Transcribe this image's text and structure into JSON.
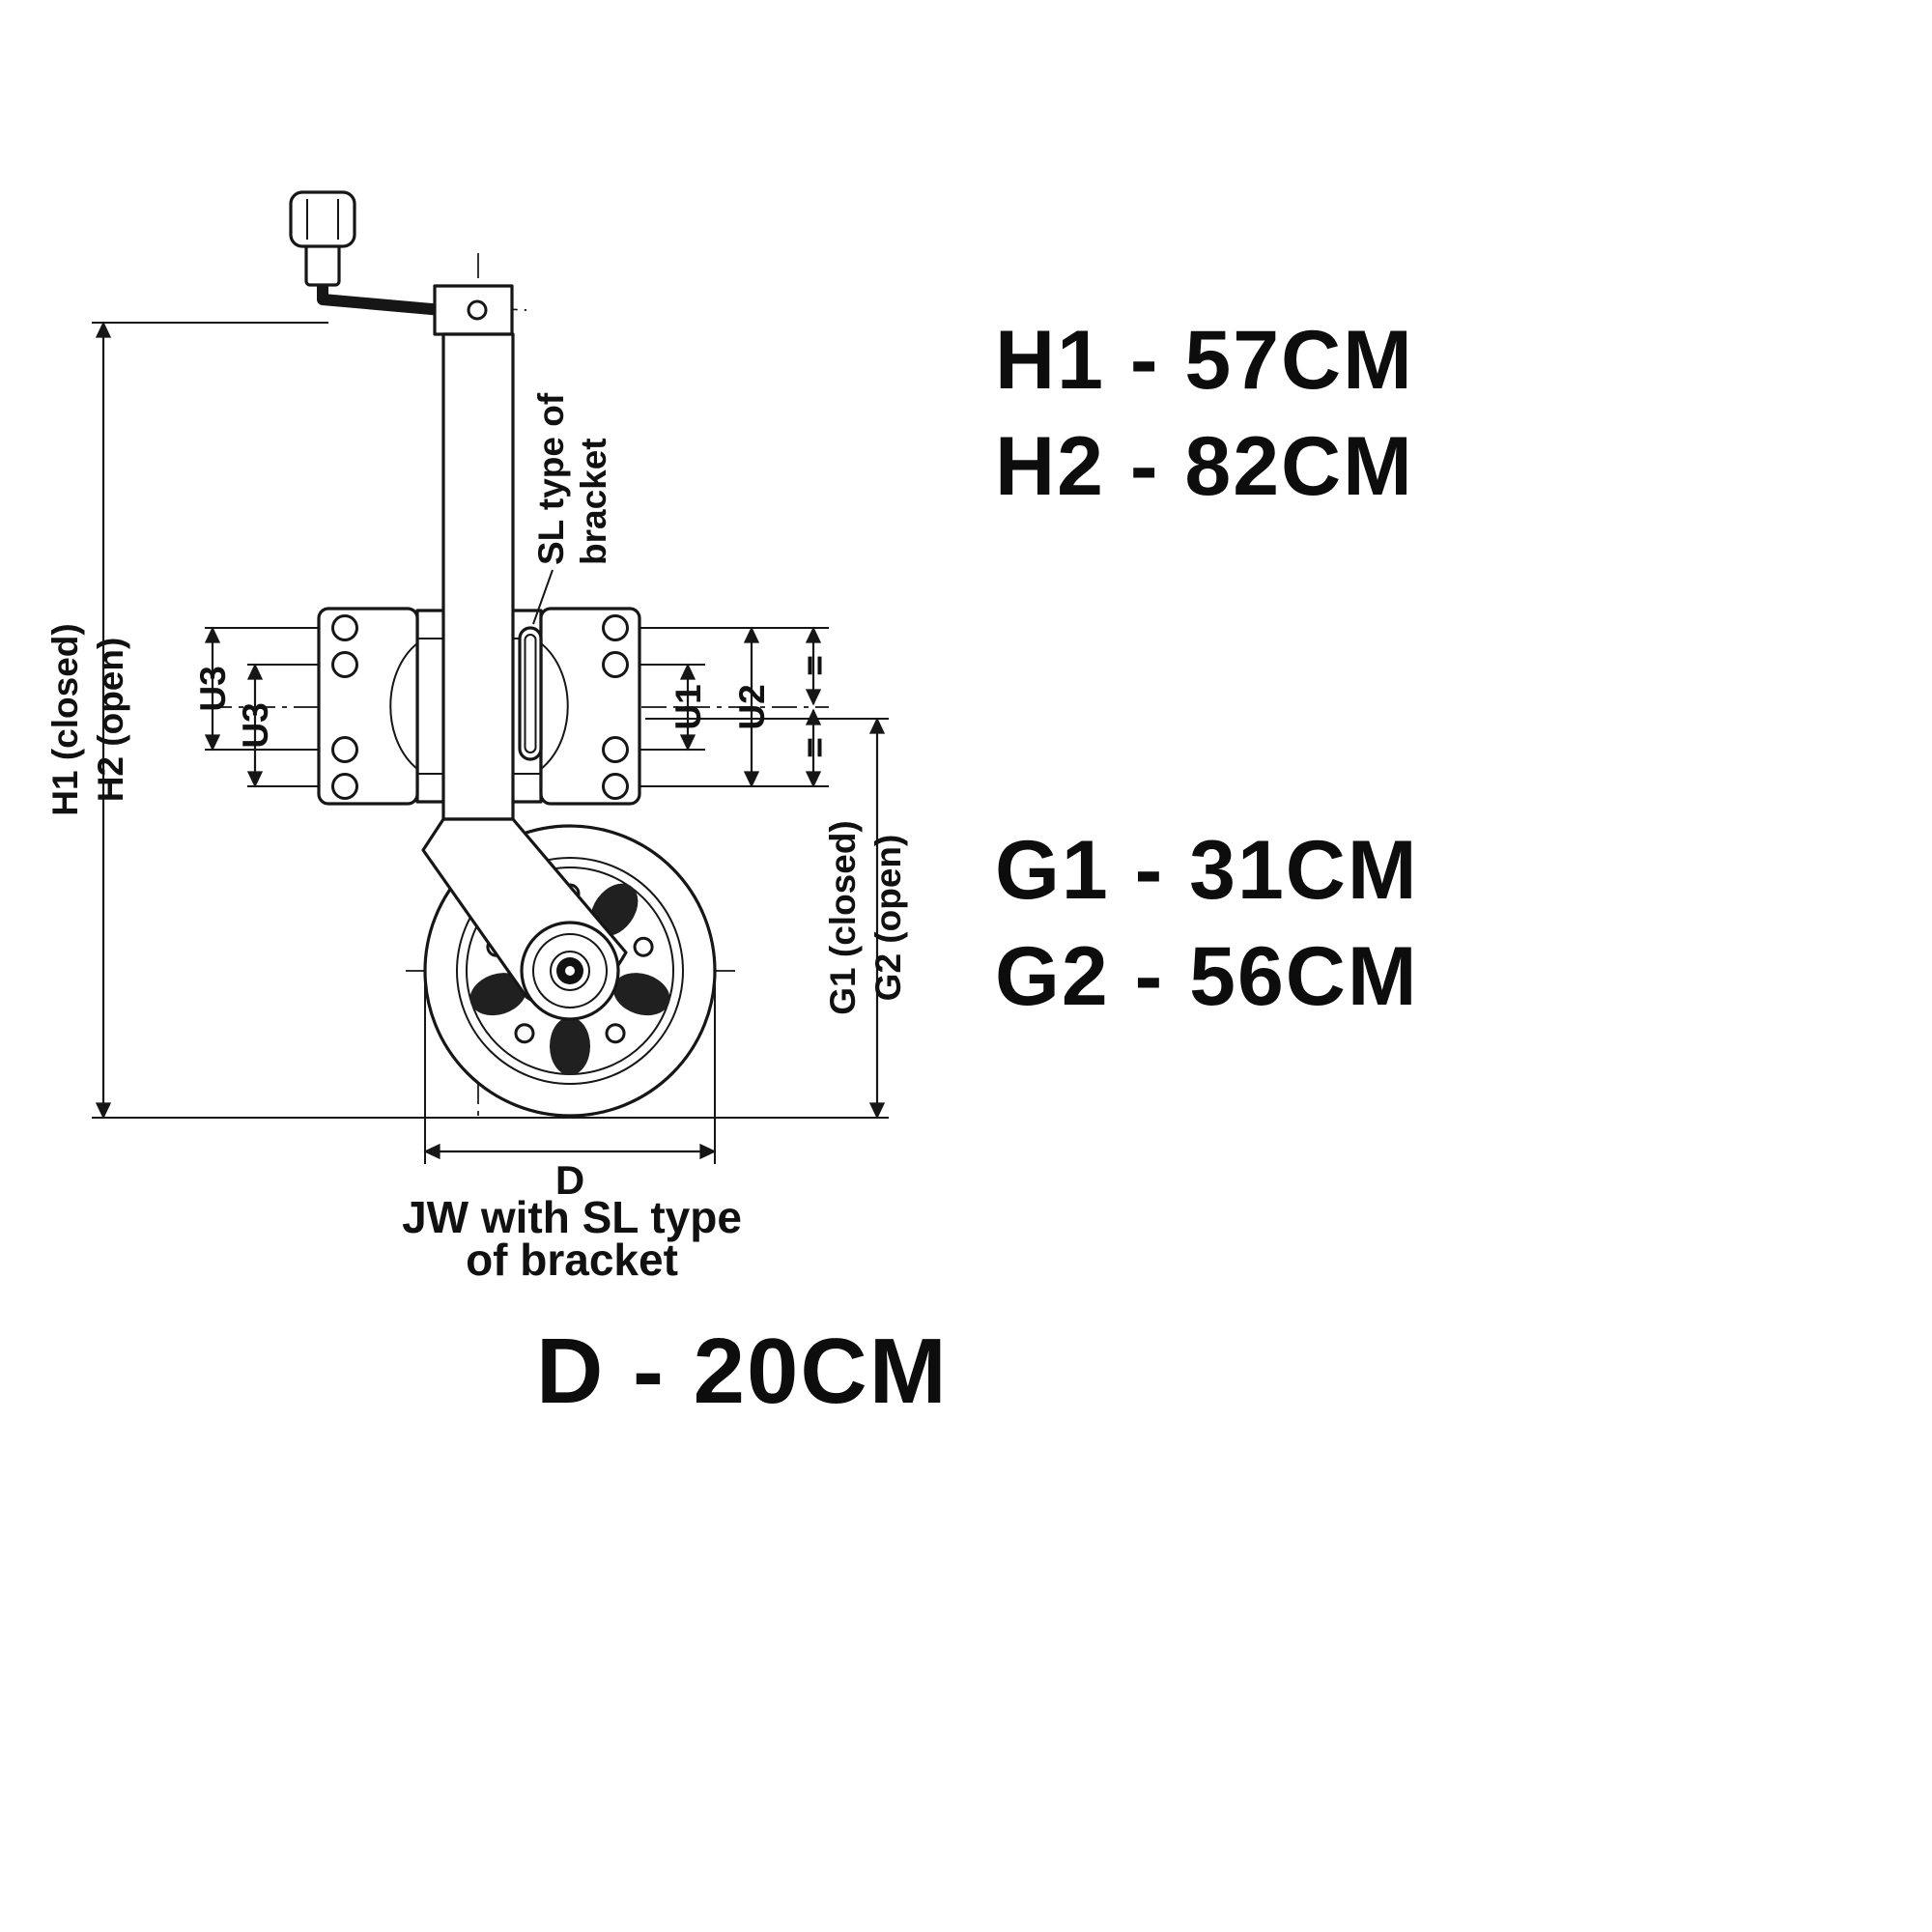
{
  "colors": {
    "background": "#ffffff",
    "ink": "#161616",
    "spoke_fill": "#202020"
  },
  "specs": {
    "h1": "H1 - 57CM",
    "h2": "H2 - 82CM",
    "g1": "G1 - 31CM",
    "g2": "G2 - 56CM",
    "d": "D - 20CM"
  },
  "labels": {
    "h1_closed": "H1 (closed)",
    "h2_open": "H2 (open)",
    "g1_closed": "G1 (closed)",
    "g2_open": "G2 (open)",
    "u1": "U1",
    "u2": "U2",
    "u3_outer": "U3",
    "u3_inner": "U3",
    "eq_upper": "=",
    "eq_lower": "=",
    "d": "D",
    "sl_line1": "SL type of",
    "sl_line2": "bracket",
    "caption1": "JW with SL type",
    "caption2": "of bracket"
  }
}
